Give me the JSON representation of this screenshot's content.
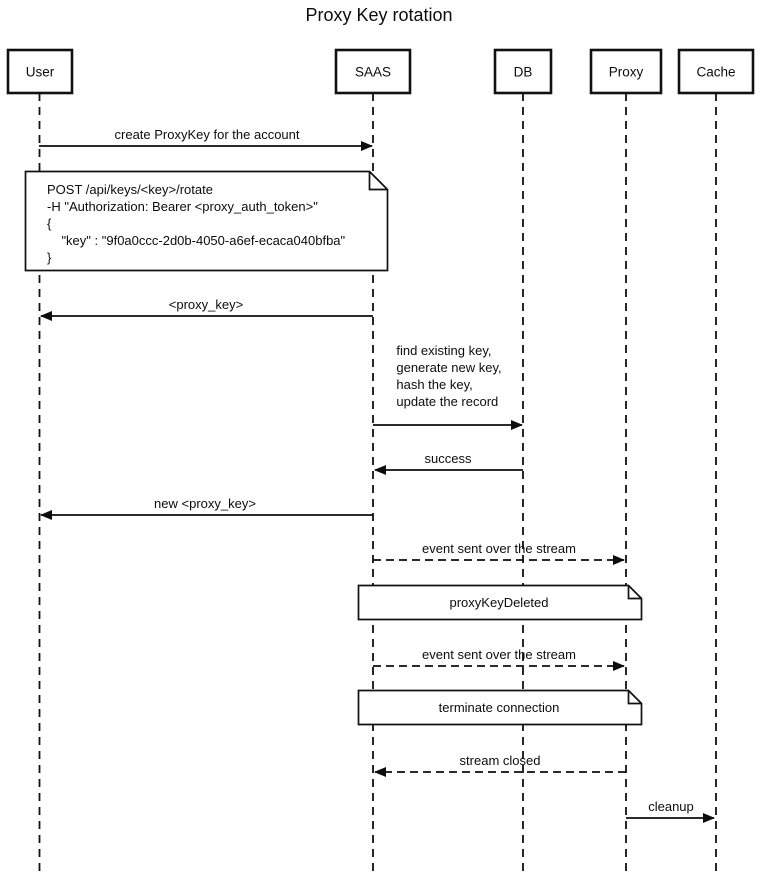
{
  "diagram": {
    "title": "Proxy Key rotation",
    "actors": [
      {
        "id": "user",
        "label": "User"
      },
      {
        "id": "saas",
        "label": "SAAS"
      },
      {
        "id": "db",
        "label": "DB"
      },
      {
        "id": "proxy",
        "label": "Proxy"
      },
      {
        "id": "cache",
        "label": "Cache"
      }
    ],
    "messages": [
      {
        "label": "create ProxyKey for the account",
        "from": "User",
        "to": "SAAS",
        "line": "solid"
      },
      {
        "label": "<proxy_key>",
        "from": "SAAS",
        "to": "User",
        "line": "solid"
      },
      {
        "label": "find existing key,\ngenerate new key,\nhash the key,\nupdate the record",
        "from": "SAAS",
        "to": "DB",
        "line": "solid"
      },
      {
        "label": "success",
        "from": "DB",
        "to": "SAAS",
        "line": "solid"
      },
      {
        "label": "new <proxy_key>",
        "from": "SAAS",
        "to": "User",
        "line": "solid"
      },
      {
        "label": "event sent over the stream",
        "from": "SAAS",
        "to": "Proxy",
        "line": "dashed"
      },
      {
        "label": "event sent over the stream",
        "from": "SAAS",
        "to": "Proxy",
        "line": "dashed"
      },
      {
        "label": "stream closed",
        "from": "Proxy",
        "to": "SAAS",
        "line": "dashed"
      },
      {
        "label": "cleanup",
        "from": "Proxy",
        "to": "Cache",
        "line": "solid"
      }
    ],
    "notes": [
      {
        "text": "POST /api/keys/<key>/rotate\n-H \"Authorization: Bearer <proxy_auth_token>\"\n{\n    \"key\" : \"9f0a0ccc-2d0b-4050-a6ef-ecaca040bfba\"\n}",
        "over": "User, SAAS"
      },
      {
        "text": "proxyKeyDeleted",
        "over": "SAAS, Proxy"
      },
      {
        "text": "terminate connection",
        "over": "SAAS, Proxy"
      }
    ],
    "colors": {
      "ink": "#0d0d0d",
      "paper": "#ffffff"
    }
  }
}
